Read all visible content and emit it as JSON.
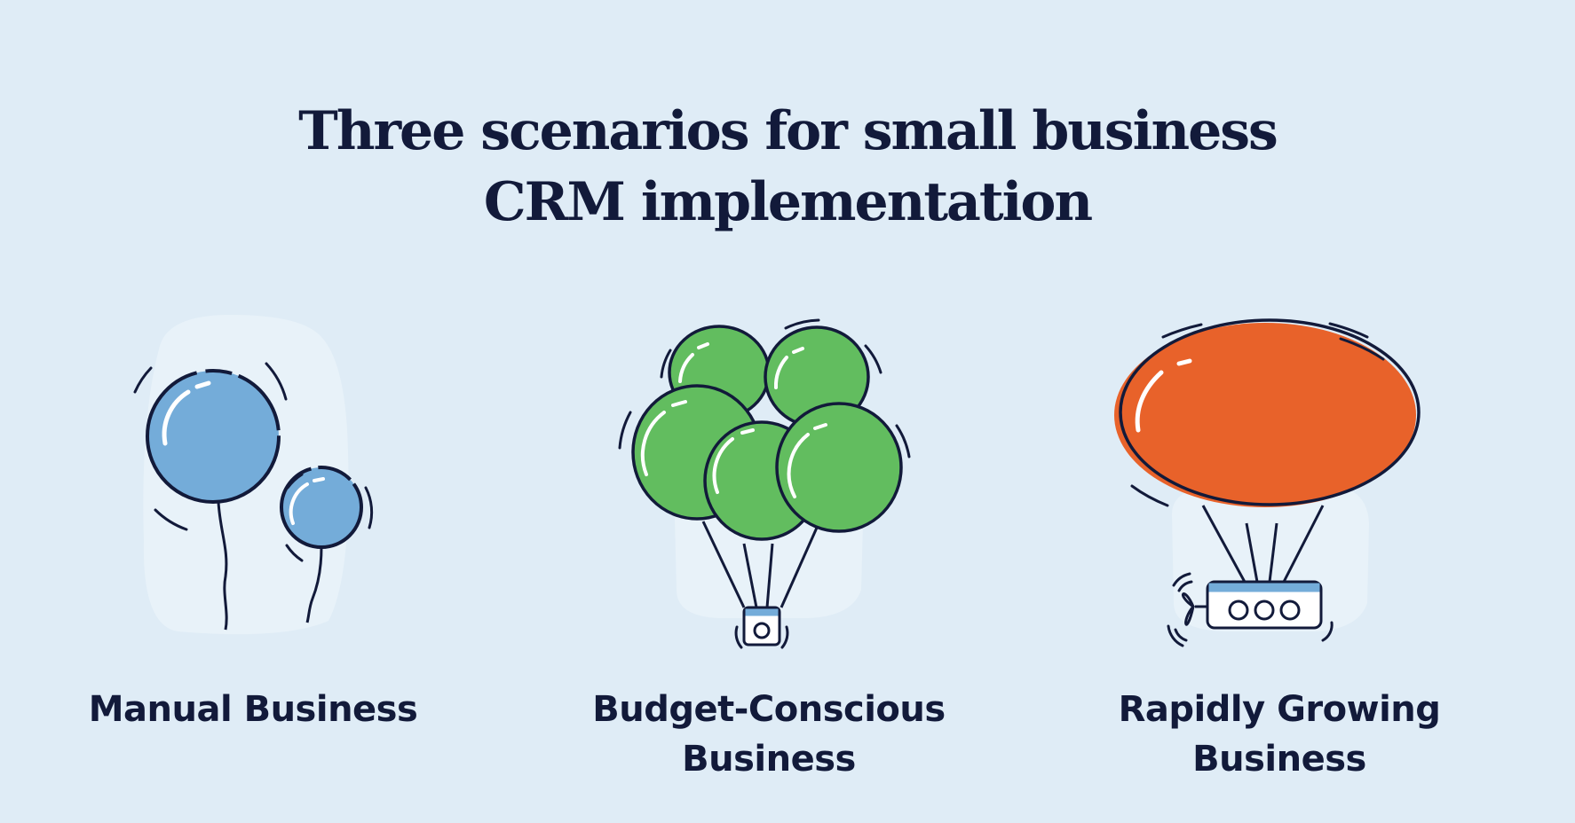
{
  "title": {
    "line1": "Three scenarios for small business",
    "line2": "CRM implementation"
  },
  "scenarios": [
    {
      "illustration": "two-balloons-icon",
      "color": "#74acd9",
      "label_lines": [
        "Manual Business"
      ]
    },
    {
      "illustration": "balloon-cluster-basket-icon",
      "color": "#62bd5f",
      "label_lines": [
        "Budget-Conscious",
        "Business"
      ]
    },
    {
      "illustration": "blimp-gondola-icon",
      "color": "#e8622a",
      "label_lines": [
        "Rapidly Growing",
        "Business"
      ]
    }
  ],
  "colors": {
    "background": "#dfecf6",
    "ink": "#121a3a",
    "backdrop": "#e8f2f9"
  }
}
